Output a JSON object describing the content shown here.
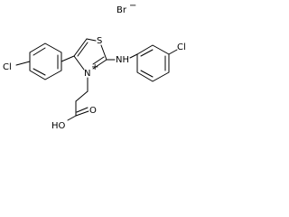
{
  "molecule": {
    "counterion": {
      "element": "Br",
      "charge": "−"
    },
    "chloro_left": "Cl",
    "chloro_right": "Cl",
    "amine": "NH",
    "ring_sulfur": "S",
    "ring_nitrogen": "N",
    "ring_nitrogen_charge": "+",
    "carboxyl_oxygen": "O",
    "carboxyl_hydroxyl": "HO"
  }
}
